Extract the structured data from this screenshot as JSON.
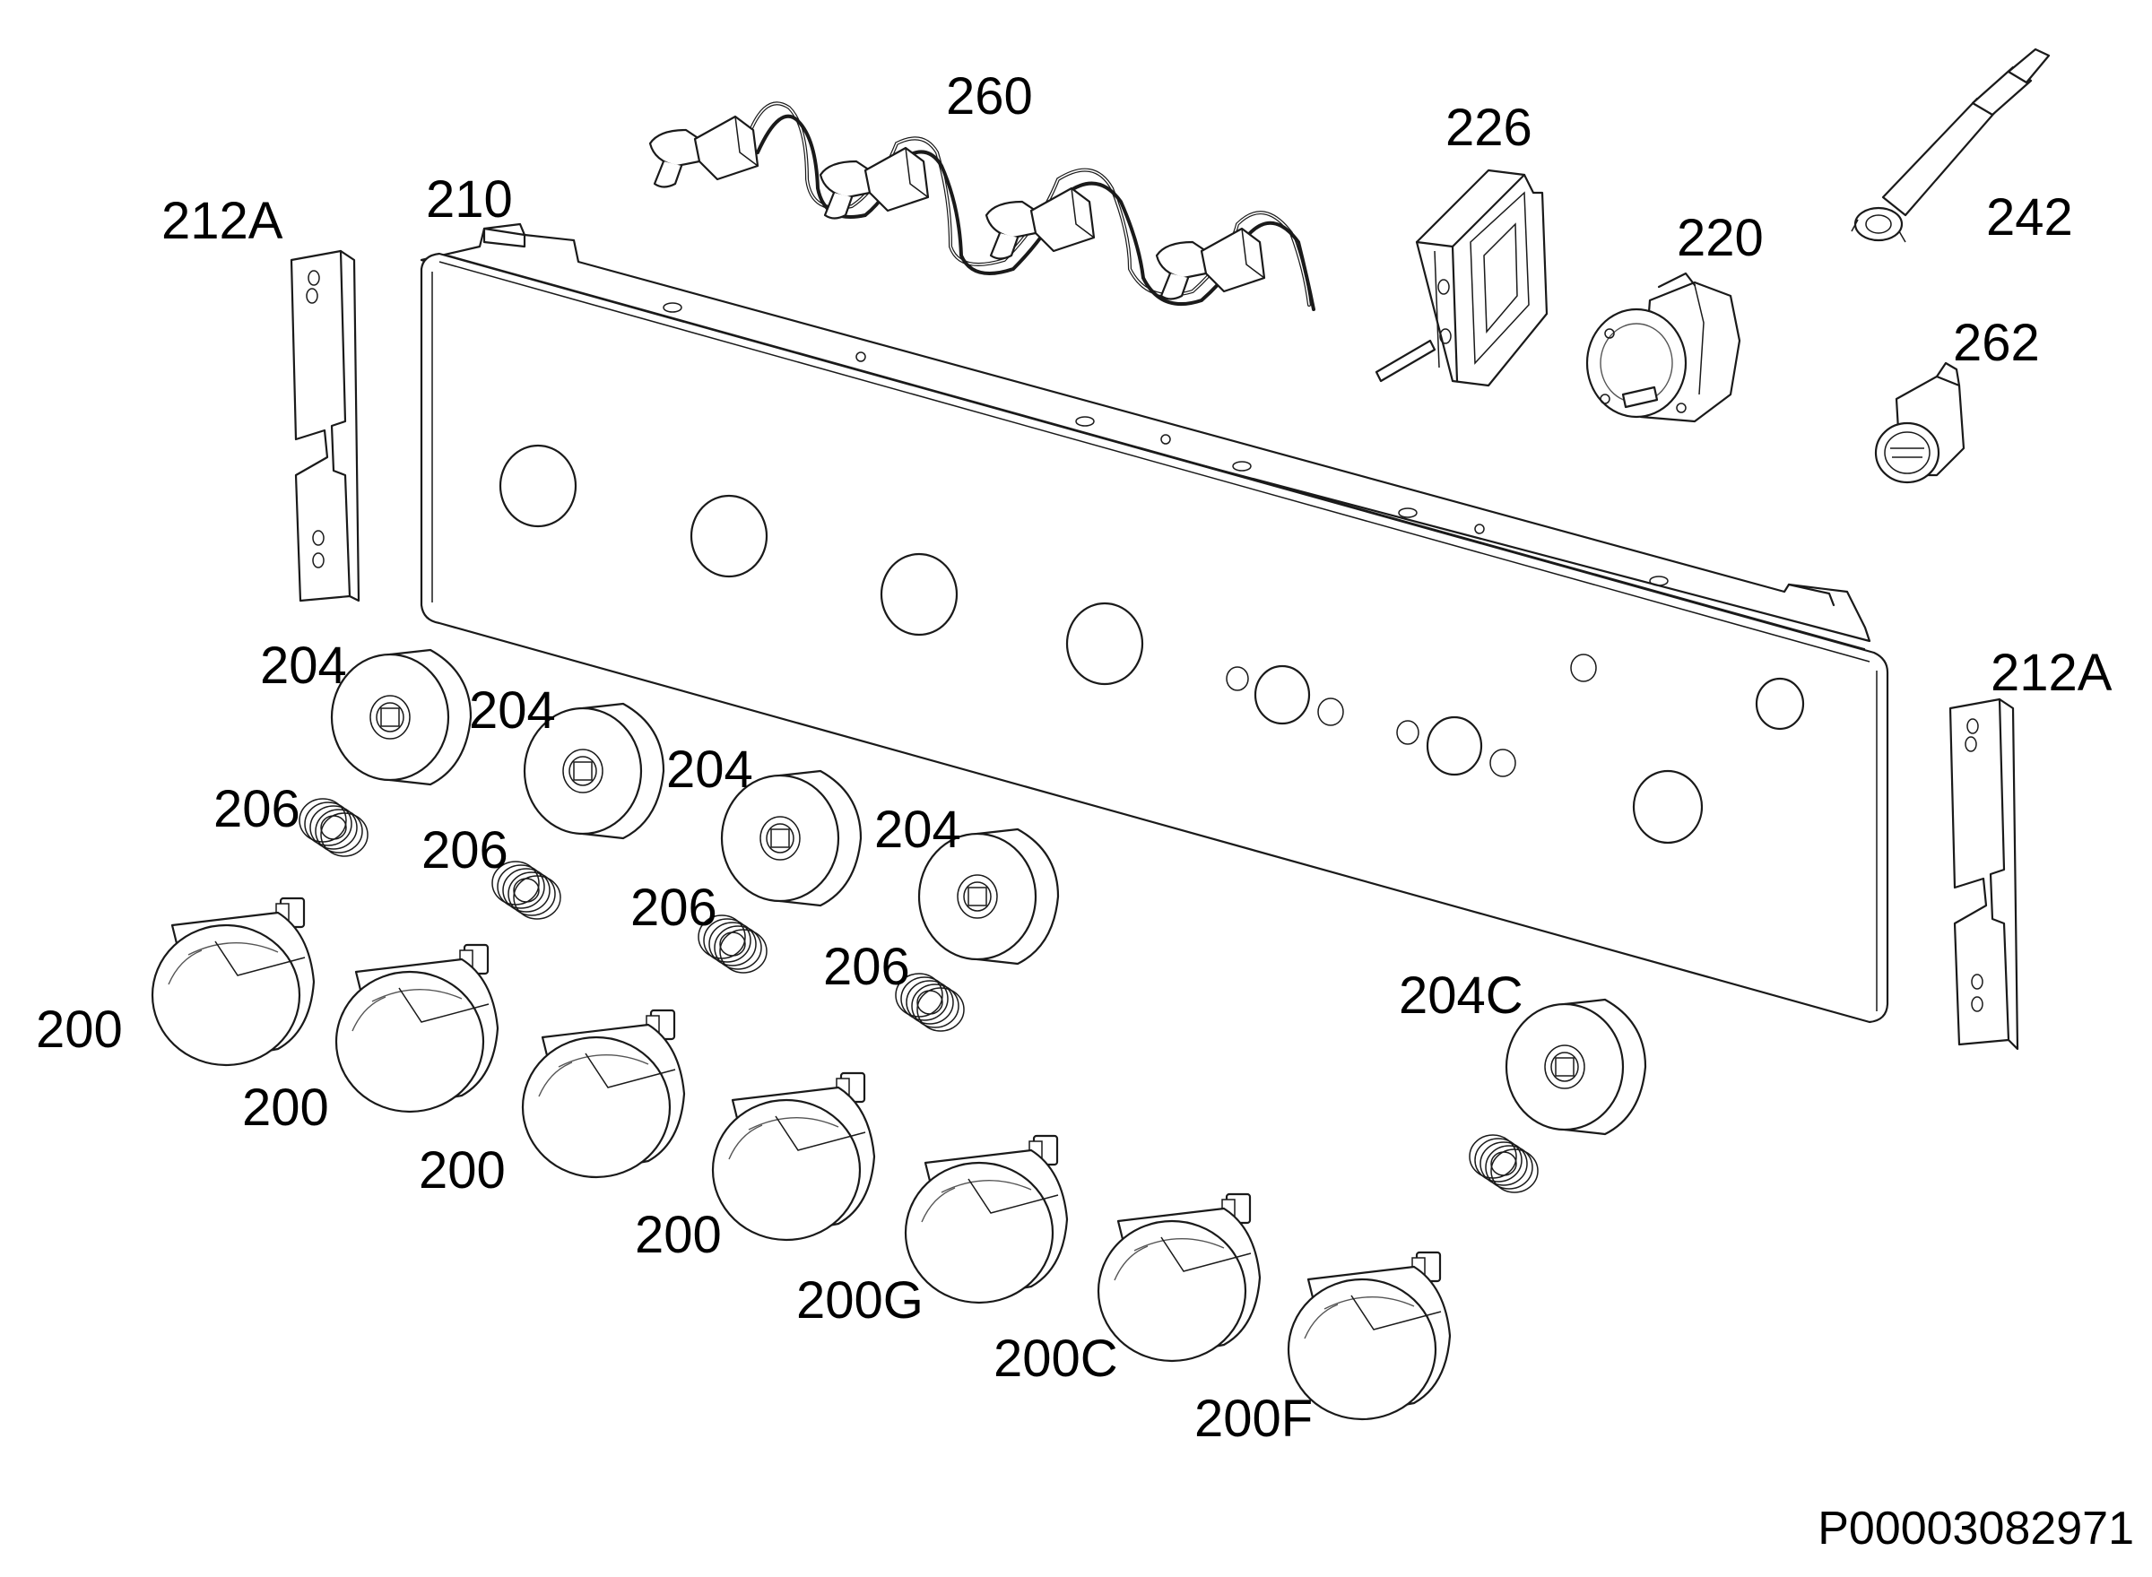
{
  "figure": {
    "doc_number": "P00003082971",
    "colors": {
      "line": "#1a1a1a",
      "background": "#ffffff"
    }
  },
  "labels": {
    "l260": "260",
    "l226": "226",
    "l210": "210",
    "l220": "220",
    "l242": "242",
    "l262": "262",
    "l212a_left": "212A",
    "l212a_right": "212A",
    "l204_1": "204",
    "l204_2": "204",
    "l204_3": "204",
    "l204_4": "204",
    "l204c": "204C",
    "l206_1": "206",
    "l206_2": "206",
    "l206_3": "206",
    "l206_4": "206",
    "l200_1": "200",
    "l200_2": "200",
    "l200_3": "200",
    "l200_4": "200",
    "l200g": "200G",
    "l200c": "200C",
    "l200f": "200F"
  }
}
